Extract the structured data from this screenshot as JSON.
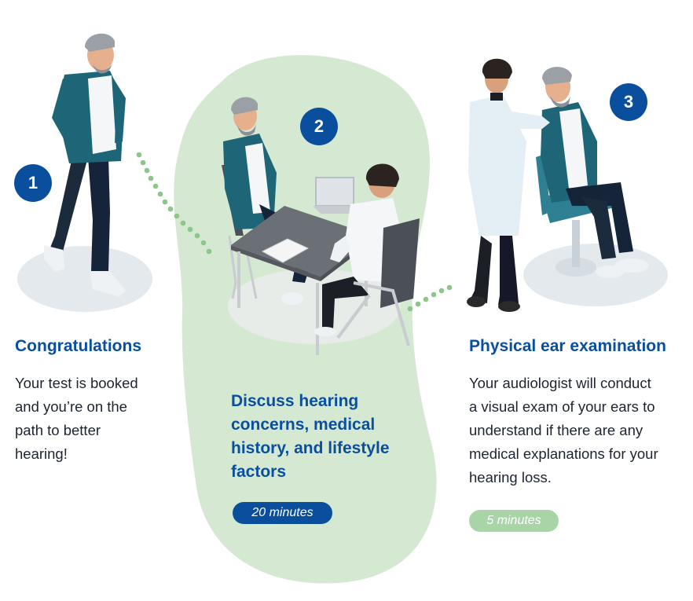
{
  "colors": {
    "brand_blue": "#0a4f9e",
    "mint_blob": "#d5e8d2",
    "mint_pill": "#a9d4a8",
    "dots": "#8cc68a",
    "text_dark": "#1d2430"
  },
  "steps": [
    {
      "number": "1",
      "title": "Congratulations",
      "description": [
        "Your test is booked",
        "and you’re on the",
        "path to better",
        "hearing!"
      ],
      "illustration_icon": "walking-man-icon"
    },
    {
      "number": "2",
      "title": [
        "Discuss hearing",
        "concerns, medical",
        "history, and lifestyle",
        "factors"
      ],
      "duration": "20 minutes",
      "duration_color": "#0a4f9e",
      "illustration_icon": "consultation-table-icon"
    },
    {
      "number": "3",
      "title": "Physical ear examination",
      "description": [
        "Your audiologist will conduct",
        "a visual exam of your ears to",
        "understand if there are any",
        "medical explanations for your",
        "hearing loss."
      ],
      "duration": "5 minutes",
      "duration_color": "#a9d4a8",
      "illustration_icon": "ear-exam-icon"
    }
  ]
}
